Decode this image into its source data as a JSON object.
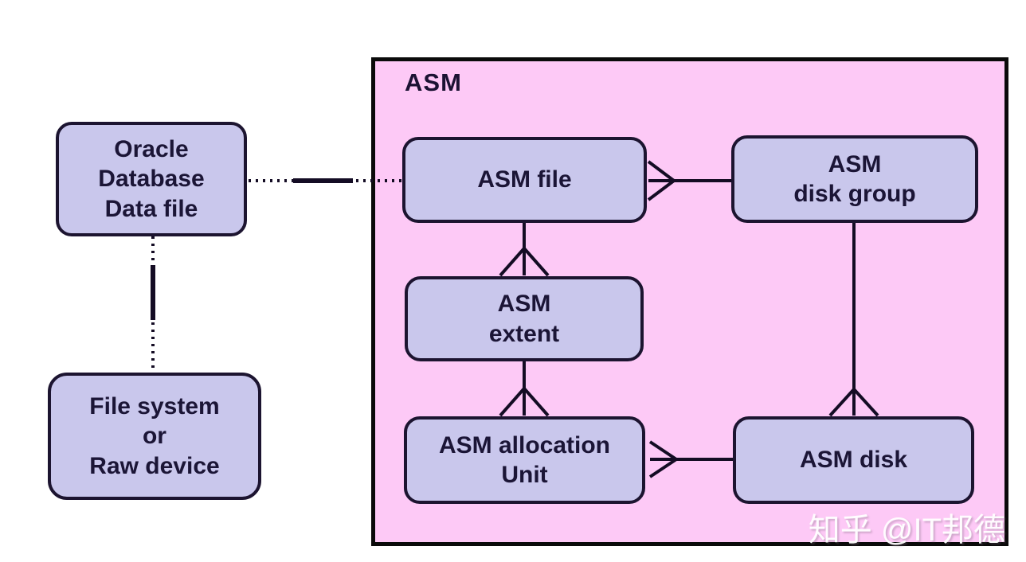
{
  "diagram": {
    "container_label": "ASM",
    "watermark": "知乎 @IT邦德",
    "colors": {
      "background": "#ffffff",
      "asm_container_fill": "#fdc9f6",
      "asm_container_border": "#0a0a0a",
      "node_fill": "#c9c7ec",
      "node_border": "#1c1430",
      "node_text": "#1b1536",
      "edge_line": "#140c24",
      "watermark_text": "#ffffff"
    },
    "nodes": {
      "oracle_db": {
        "label": "Oracle\nDatabase\nData file"
      },
      "file_system": {
        "label": "File system\nor\nRaw device"
      },
      "asm_file": {
        "label": "ASM file"
      },
      "asm_disk_group": {
        "label": "ASM\ndisk group"
      },
      "asm_extent": {
        "label": "ASM\nextent"
      },
      "asm_allocation_unit": {
        "label": "ASM allocation\nUnit"
      },
      "asm_disk": {
        "label": "ASM disk"
      }
    },
    "edges": [
      {
        "from": "Oracle Database Data file",
        "to": "ASM file",
        "style": "dotted",
        "crow_foot_at": ""
      },
      {
        "from": "Oracle Database Data file",
        "to": "File system or Raw device",
        "style": "dotted",
        "crow_foot_at": ""
      },
      {
        "from": "ASM disk group",
        "to": "ASM file",
        "style": "solid",
        "crow_foot_at": "ASM file"
      },
      {
        "from": "ASM file",
        "to": "ASM extent",
        "style": "solid",
        "crow_foot_at": "ASM extent"
      },
      {
        "from": "ASM extent",
        "to": "ASM allocation Unit",
        "style": "solid",
        "crow_foot_at": "ASM allocation Unit"
      },
      {
        "from": "ASM disk group",
        "to": "ASM disk",
        "style": "solid",
        "crow_foot_at": "ASM disk"
      },
      {
        "from": "ASM disk",
        "to": "ASM allocation Unit",
        "style": "solid",
        "crow_foot_at": "ASM allocation Unit"
      }
    ]
  }
}
